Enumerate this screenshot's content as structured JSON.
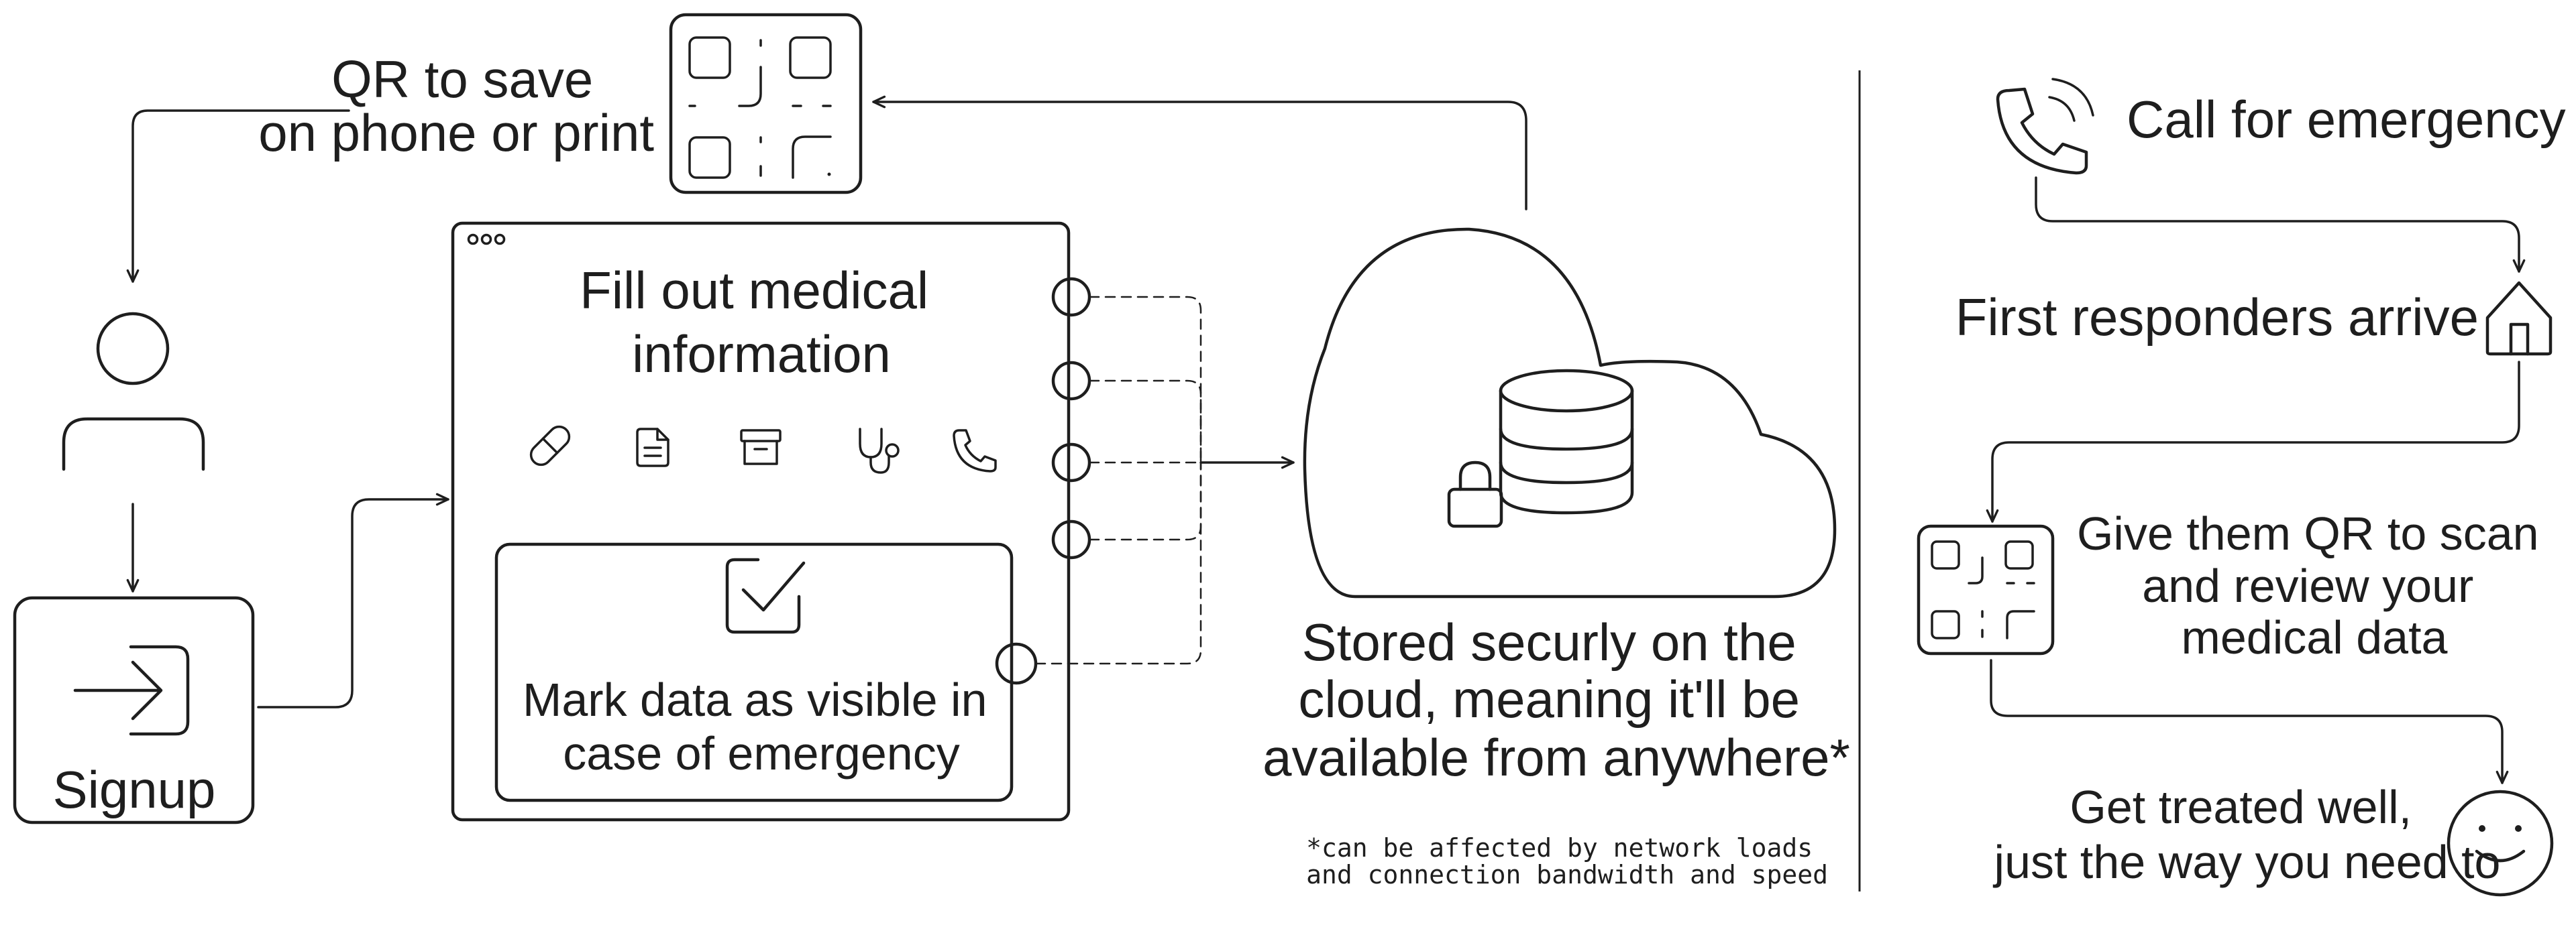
{
  "qr_label": [
    "QR to save",
    "on phone or print"
  ],
  "signup_label": "Signup",
  "form_title": [
    "Fill out medical",
    "information"
  ],
  "form_icons": [
    "pill-icon",
    "document-icon",
    "archive-icon",
    "stethoscope-icon",
    "phone-icon"
  ],
  "visibility_label": [
    "Mark data as visible in",
    "case of emergency"
  ],
  "cloud_label": [
    "Stored securly on the",
    "cloud, meaning it'll be",
    "available from anywhere*"
  ],
  "footnote": [
    "*can be affected by network loads",
    "and connection bandwidth and speed"
  ],
  "steps": {
    "call": "Call for emergency",
    "arrive": "First responders arrive",
    "scan": [
      "Give them QR to scan",
      "and review your",
      "medical data"
    ],
    "treated": [
      "Get treated well,",
      "just the way you need to"
    ]
  },
  "colors": {
    "ink": "#1e1e1e",
    "background": "#ffffff"
  }
}
